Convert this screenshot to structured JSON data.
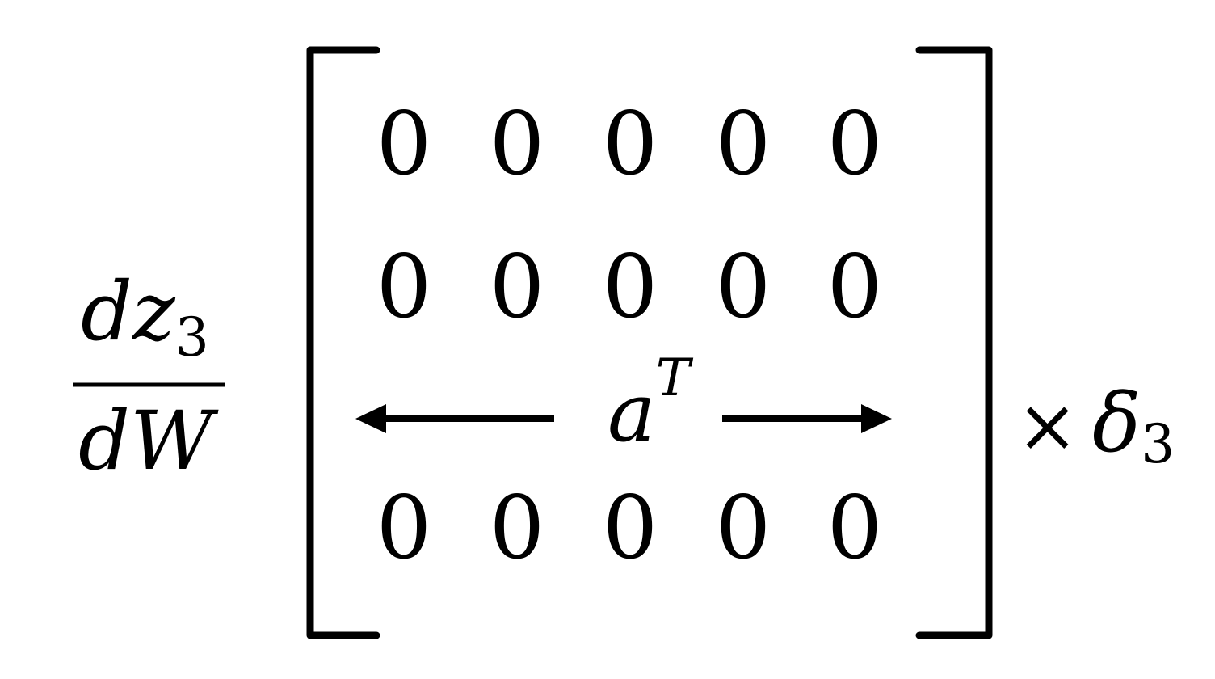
{
  "fraction": {
    "numerator": {
      "d": "d",
      "var": "z",
      "sub": "3"
    },
    "denominator": {
      "d": "d",
      "var": "W"
    }
  },
  "matrix": {
    "rows": [
      [
        "0",
        "0",
        "0",
        "0",
        "0"
      ],
      [
        "0",
        "0",
        "0",
        "0",
        "0"
      ],
      null,
      [
        "0",
        "0",
        "0",
        "0",
        "0"
      ]
    ],
    "vector_row": {
      "base": "a",
      "sup": "T"
    }
  },
  "multiplier": {
    "operator": "×",
    "symbol": "δ",
    "sub": "3"
  }
}
